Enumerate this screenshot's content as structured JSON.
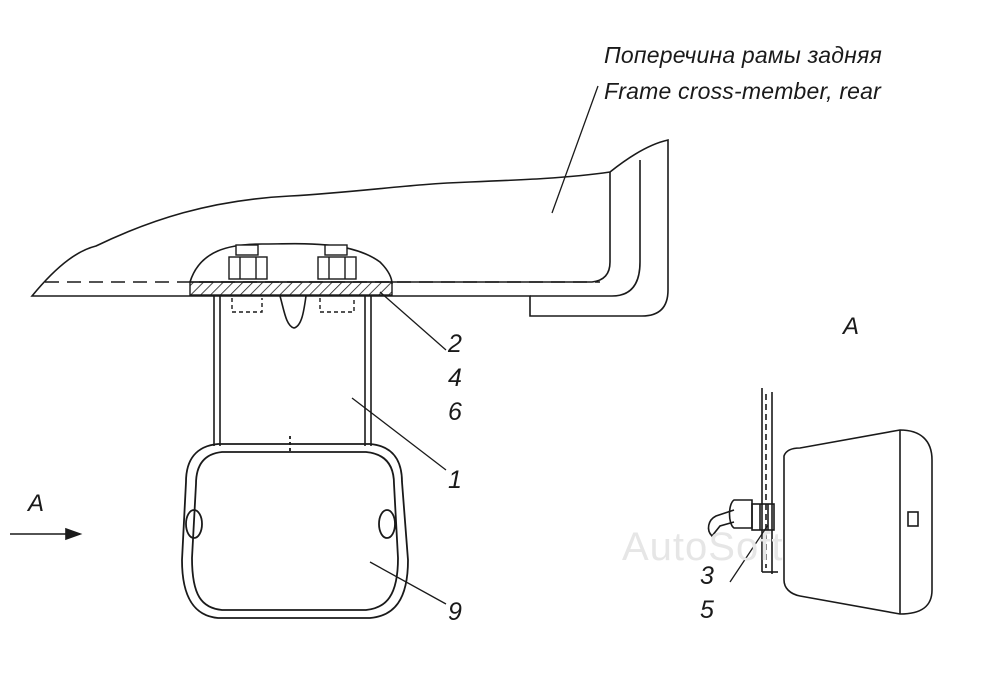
{
  "title_ru": "Поперечина рамы задняя",
  "title_en": "Frame cross-member, rear",
  "view_label": "A",
  "arrow_label": "A",
  "callouts": {
    "c2": "2",
    "c4": "4",
    "c6": "6",
    "c1": "1",
    "c9": "9",
    "c3": "3",
    "c5": "5"
  },
  "watermark": "AutoSoft"
}
